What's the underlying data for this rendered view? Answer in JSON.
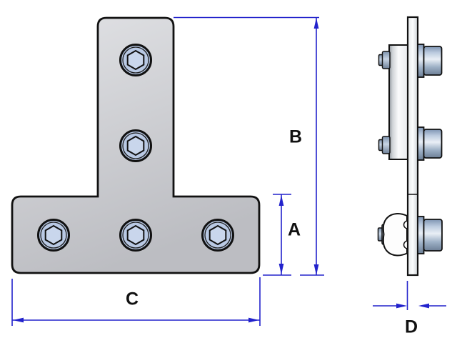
{
  "drawing": {
    "type": "technical-dimension-drawing",
    "subject": "t-shaped-bracket-plate-with-socket-bolts",
    "views": [
      "front-view",
      "side-view"
    ],
    "labels": {
      "a": "A",
      "b": "B",
      "c": "C",
      "d": "D"
    },
    "colors": {
      "dimension": "#2222cc",
      "outline": "#111111",
      "label_text": "#111111",
      "plate_light": "#e1e2e5",
      "plate_dark": "#bcbdc2",
      "bolt_face": "#b9c9e4",
      "bolt_hex": "#c9d6ec",
      "steel_light": "#e9eff6",
      "steel_dark": "#6d7f96",
      "background": "#ffffff"
    }
  }
}
